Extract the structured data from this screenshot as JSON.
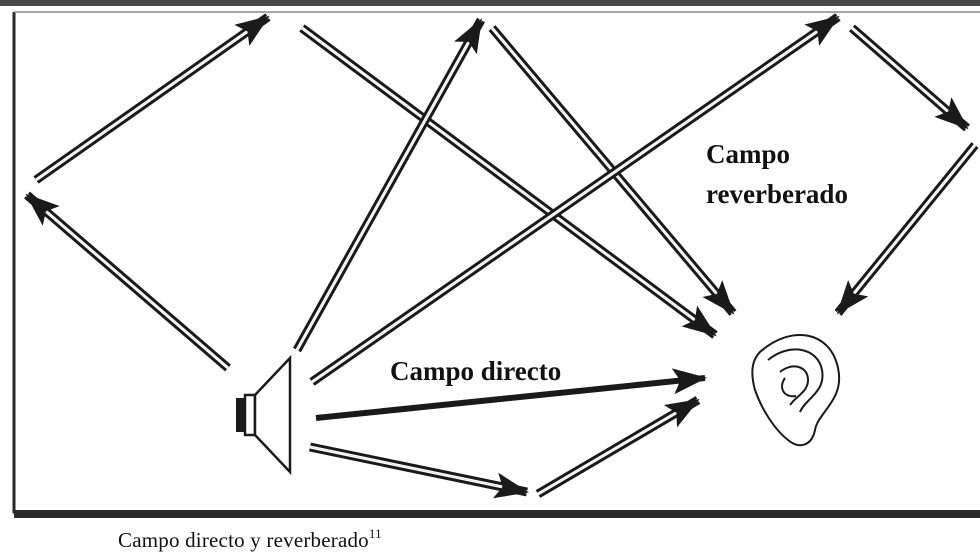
{
  "diagram": {
    "label_reverberant_line1": "Campo",
    "label_reverberant_line2": "reverberado",
    "label_direct": "Campo directo",
    "caption": "Campo directo y reverberado",
    "caption_footnote": "11",
    "colors": {
      "background_top_border": "#4a4a4a",
      "room_outline": "#2a2a2a",
      "arrow_stroke": "#1a1a1a",
      "text": "#111111"
    }
  }
}
